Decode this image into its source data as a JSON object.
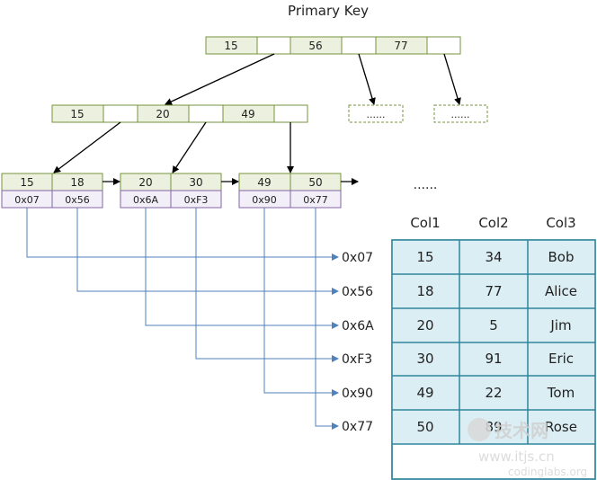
{
  "title": "Primary Key",
  "ellipsis": "......",
  "root_node": {
    "keys": [
      "15",
      "56",
      "77"
    ]
  },
  "level2_node": {
    "keys": [
      "15",
      "20",
      "49"
    ]
  },
  "collapsed_placeholder": "......",
  "leaves": [
    {
      "keys": [
        "15",
        "18"
      ],
      "addrs": [
        "0x07",
        "0x56"
      ]
    },
    {
      "keys": [
        "20",
        "30"
      ],
      "addrs": [
        "0x6A",
        "0xF3"
      ]
    },
    {
      "keys": [
        "49",
        "50"
      ],
      "addrs": [
        "0x90",
        "0x77"
      ]
    }
  ],
  "row_pointers": [
    "0x07",
    "0x56",
    "0x6A",
    "0xF3",
    "0x90",
    "0x77"
  ],
  "table": {
    "headers": [
      "Col1",
      "Col2",
      "Col3"
    ],
    "rows": [
      [
        "15",
        "34",
        "Bob"
      ],
      [
        "18",
        "77",
        "Alice"
      ],
      [
        "20",
        "5",
        "Jim"
      ],
      [
        "30",
        "91",
        "Eric"
      ],
      [
        "49",
        "22",
        "Tom"
      ],
      [
        "50",
        "89",
        "Rose"
      ]
    ]
  },
  "watermark": {
    "brand": "技术网",
    "site": "www.itjs.cn",
    "sub": "codinglabs.org"
  },
  "colors": {
    "key_fill": "#ebf1de",
    "key_stroke": "#77933c",
    "addr_fill": "#f3eff8",
    "addr_stroke": "#8064a2",
    "table_fill": "#dbeef4",
    "table_stroke": "#31859c",
    "pointer_line": "#4f81bd"
  }
}
